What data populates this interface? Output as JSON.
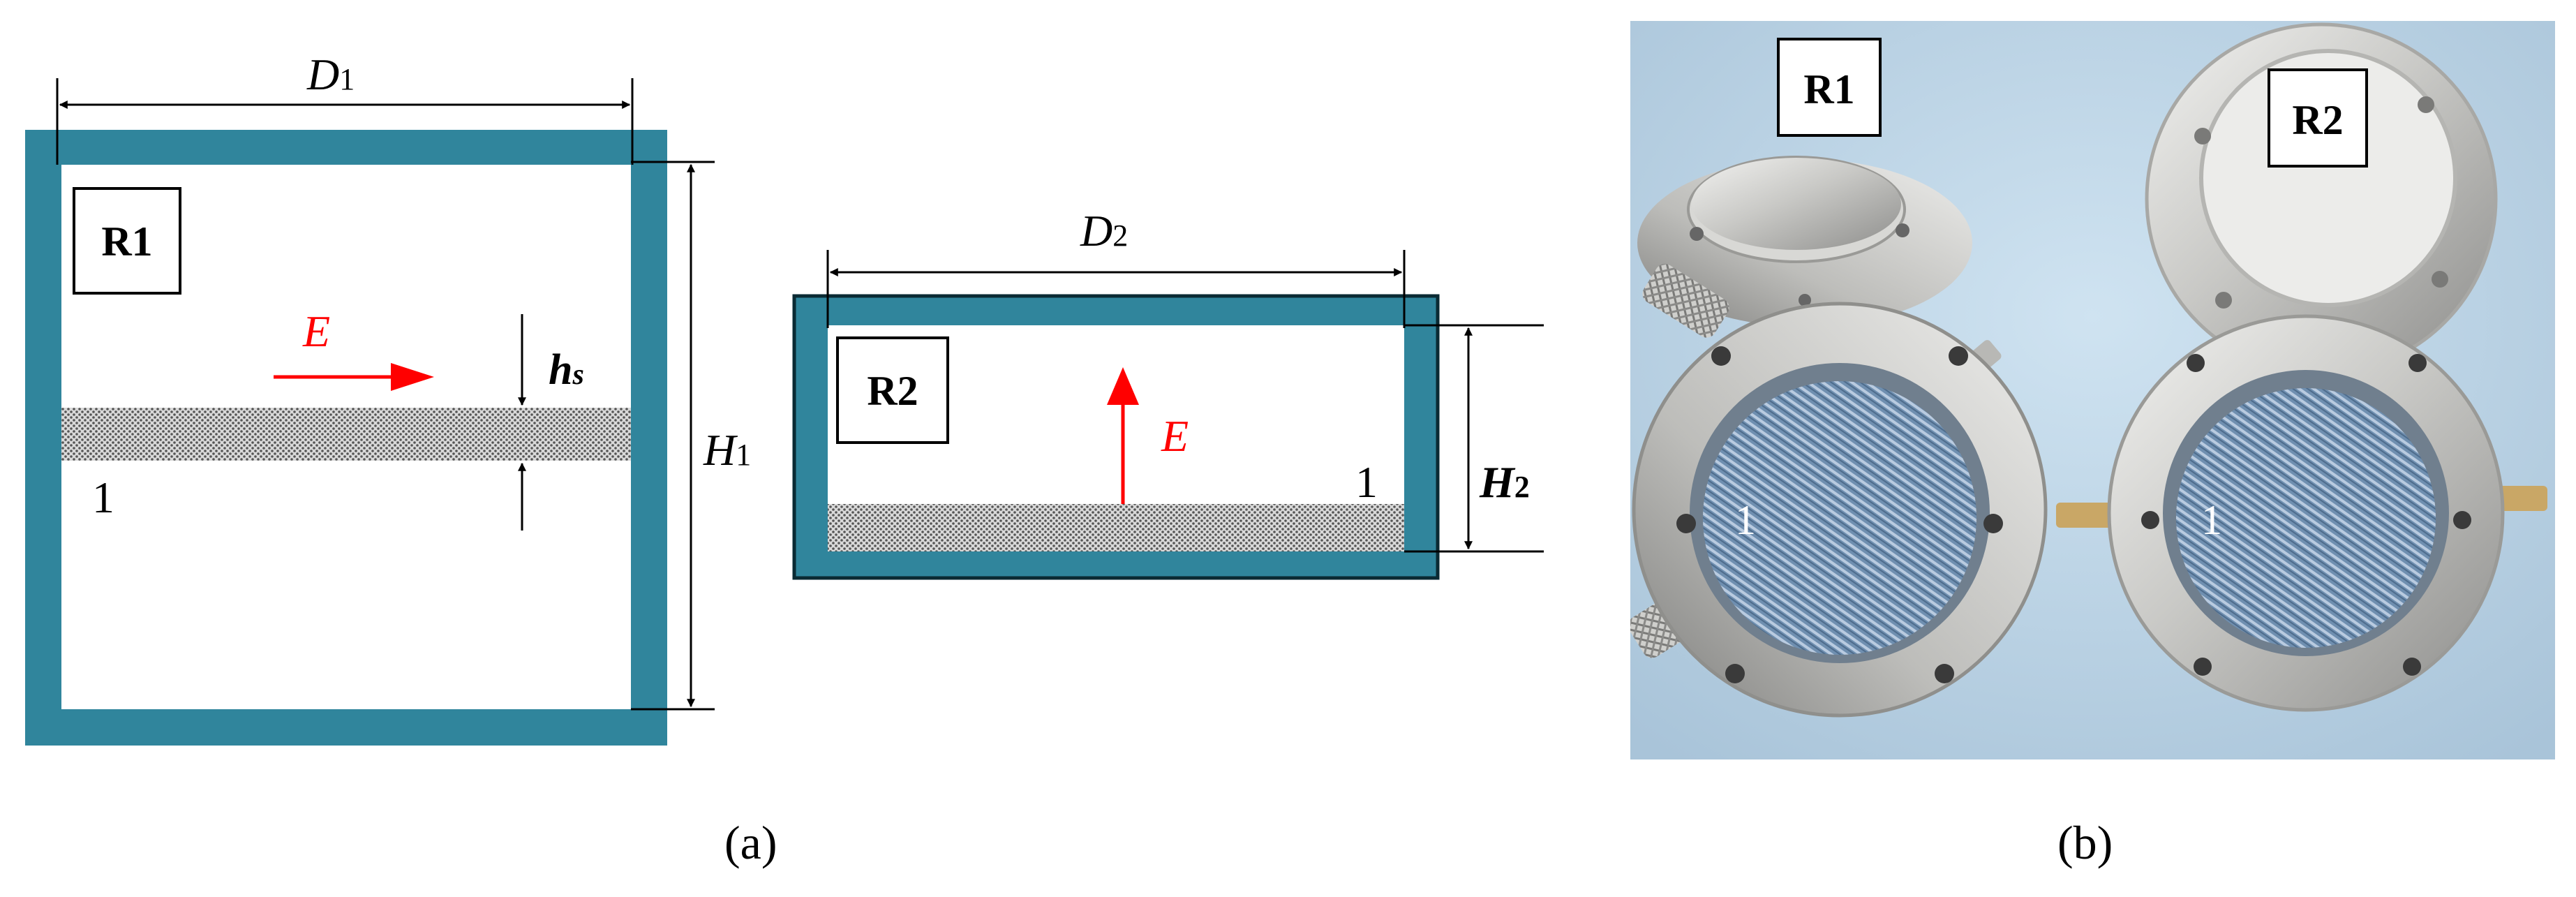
{
  "panel_a": {
    "resonator_1": {
      "label": "R1",
      "dimension_d": "D",
      "dimension_d_sub": "1",
      "dimension_h": "H",
      "dimension_h_sub": "1",
      "field": "E",
      "thickness": "h",
      "thickness_sub": "s",
      "sample_number": "1"
    },
    "resonator_2": {
      "label": "R2",
      "dimension_d": "D",
      "dimension_d_sub": "2",
      "dimension_h": "H",
      "dimension_h_sub": "2",
      "field": "E",
      "sample_number": "1"
    },
    "caption": "(a)"
  },
  "panel_b": {
    "labels": [
      "R1",
      "R2"
    ],
    "sample_numbers": [
      "1",
      "1"
    ],
    "caption": "(b)"
  },
  "colors": {
    "wall": "#30859C",
    "wall_edge": "#0a2a33",
    "field_arrow": "#ff0000",
    "sample": "#9a9a9a"
  }
}
